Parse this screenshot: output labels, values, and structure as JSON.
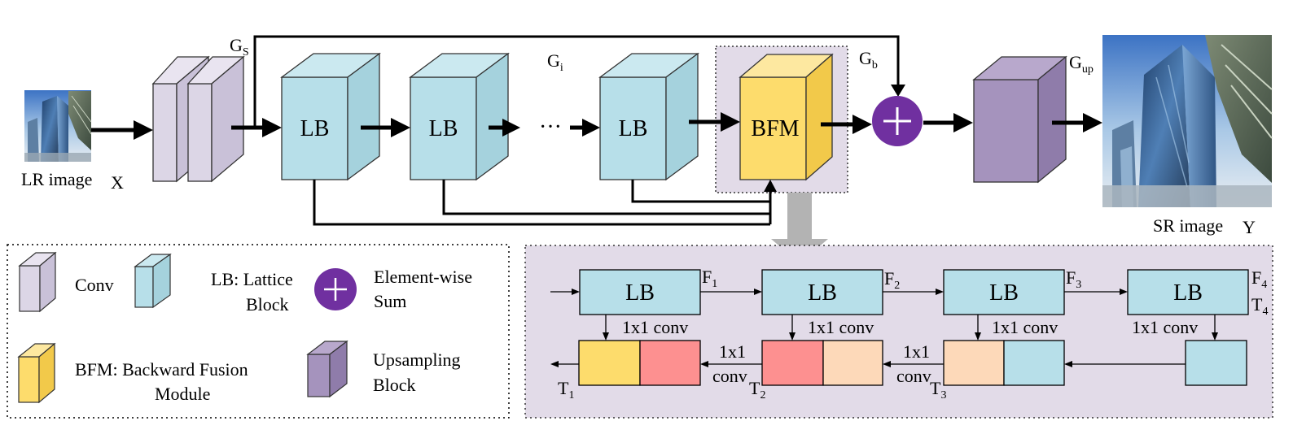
{
  "top": {
    "lr_label": "LR image",
    "x_label": "X",
    "sr_label": "SR image",
    "y_label": "Y",
    "gs": {
      "main": "G",
      "sub": "S"
    },
    "gi": {
      "main": "G",
      "sub": "i"
    },
    "gb": {
      "main": "G",
      "sub": "b"
    },
    "gup": {
      "main": "G",
      "sub": "up"
    },
    "lb1": "LB",
    "lb2": "LB",
    "lb3": "LB",
    "ellipsis": "···",
    "bfm": "BFM"
  },
  "legend": {
    "conv": "Conv",
    "lb_line1": "LB: Lattice",
    "lb_line2": "Block",
    "sum_line1": "Element-wise",
    "sum_line2": "Sum",
    "bfm_line1": "BFM: Backward Fusion",
    "bfm_line2": "Module",
    "up_line1": "Upsampling",
    "up_line2": "Block"
  },
  "detail": {
    "lb1": "LB",
    "lb2": "LB",
    "lb3": "LB",
    "lb4": "LB",
    "f1": {
      "main": "F",
      "sub": "1"
    },
    "f2": {
      "main": "F",
      "sub": "2"
    },
    "f3": {
      "main": "F",
      "sub": "3"
    },
    "f4": {
      "main": "F",
      "sub": "4"
    },
    "t1": {
      "main": "T",
      "sub": "1"
    },
    "t2": {
      "main": "T",
      "sub": "2"
    },
    "t3": {
      "main": "T",
      "sub": "3"
    },
    "t4": {
      "main": "T",
      "sub": "4"
    },
    "conv1": "1x1 conv",
    "conv2": "1x1 conv",
    "conv3": "1x1 conv",
    "conv4": "1x1 conv",
    "conv5_line1": "1x1",
    "conv5_line2": "conv",
    "conv6_line1": "1x1",
    "conv6_line2": "conv"
  },
  "colors": {
    "conv": "#dcd6e6",
    "lb": "#b7dfe9",
    "bfm": "#fddc6c",
    "sum": "#7030a0",
    "upsampling": "#a593bd",
    "panel": "#e2dbe8",
    "red": "#fd9090",
    "peach": "#fdd9b9",
    "gray_arrow": "#b3b3b3"
  }
}
